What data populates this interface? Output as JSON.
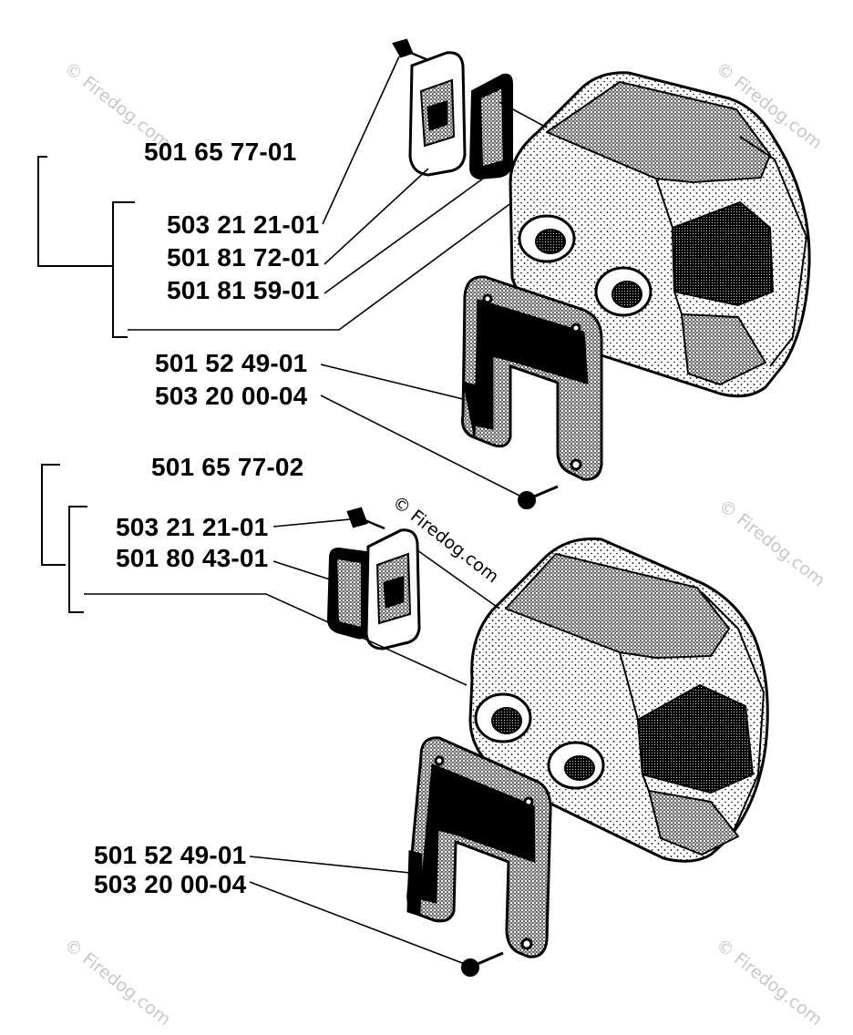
{
  "assembly_1": {
    "kit": "501 65 77-01",
    "parts": [
      "503 21 21-01",
      "501 81 72-01",
      "501 81 59-01"
    ],
    "bracket": "501 52 49-01",
    "bracket_screw": "503 20 00-04"
  },
  "assembly_2": {
    "kit": "501 65 77-02",
    "parts": [
      "503 21 21-01",
      "501 80 43-01"
    ],
    "bracket": "501 52 49-01",
    "bracket_screw": "503 20 00-04"
  },
  "watermark": "© Firedog.com",
  "colors": {
    "ink": "#000000",
    "watermark": "#c8c8c8"
  }
}
